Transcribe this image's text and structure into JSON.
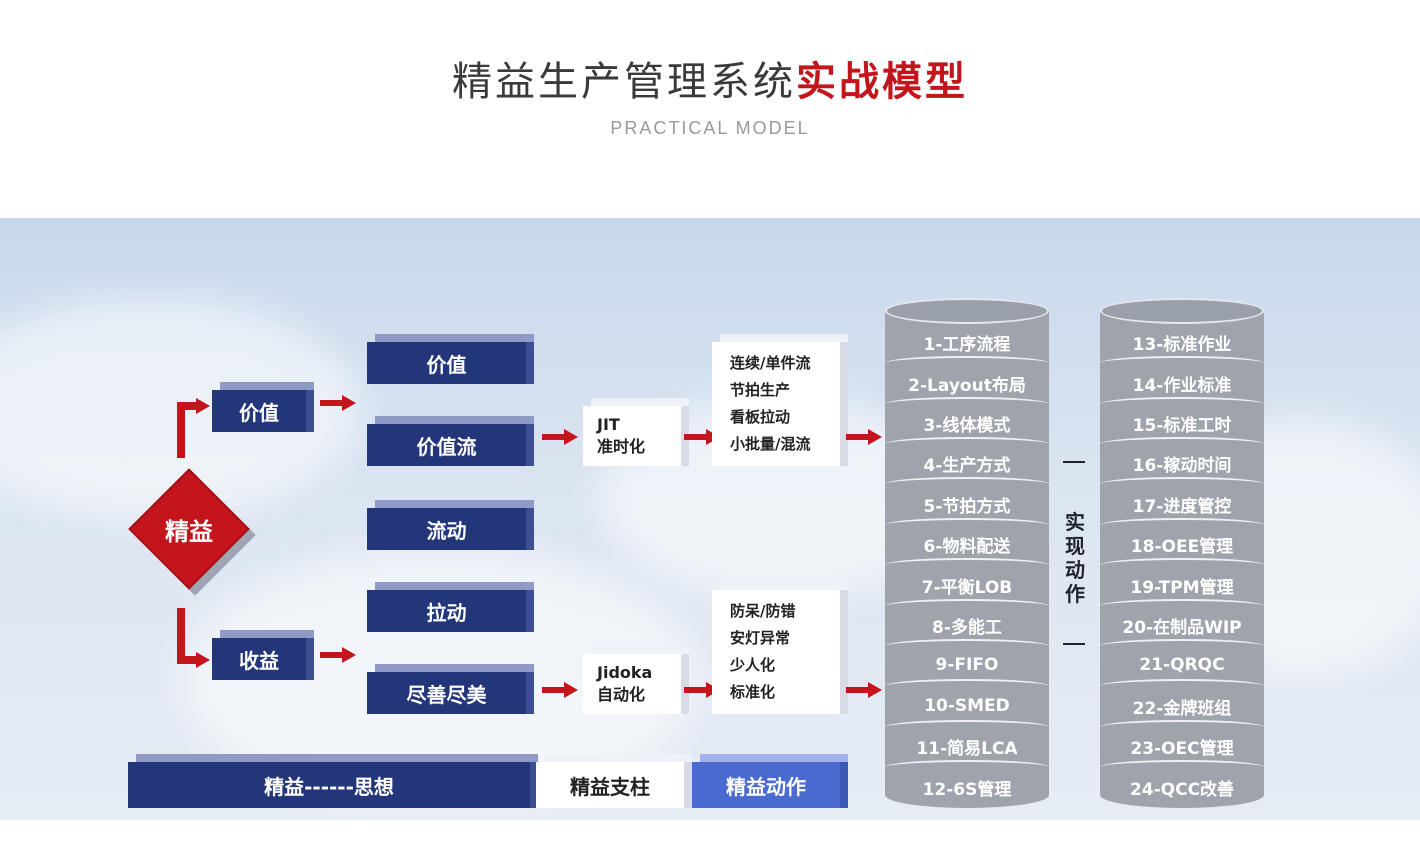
{
  "header": {
    "title_main": "精益生产管理系统",
    "title_accent": "实战模型",
    "subtitle": "PRACTICAL MODEL"
  },
  "center": {
    "label": "精益"
  },
  "branches": {
    "top": "价值",
    "bottom": "收益"
  },
  "principles": [
    "价值",
    "价值流",
    "流动",
    "拉动",
    "尽善尽美"
  ],
  "jit": {
    "line1": "JIT",
    "line2": "准时化"
  },
  "jidoka": {
    "line1": "Jidoka",
    "line2": "自动化"
  },
  "jit_details": [
    "连续/单件流",
    "节拍生产",
    "看板拉动",
    "小批量/混流"
  ],
  "jidoka_details": [
    "防呆/防错",
    "安灯异常",
    "少人化",
    "标准化"
  ],
  "bottom_bar": {
    "thought": "精益------思想",
    "pillar": "精益支柱",
    "action": "精益动作"
  },
  "cylinder_left": [
    "1-工序流程",
    "2-Layout布局",
    "3-线体模式",
    "4-生产方式",
    "5-节拍方式",
    "6-物料配送",
    "7-平衡LOB",
    "8-多能工",
    "9-FIFO",
    "10-SMED",
    "11-简易LCA",
    "12-6S管理"
  ],
  "cylinder_right": [
    "13-标准作业",
    "14-作业标准",
    "15-标准工时",
    "16-稼动时间",
    "17-进度管控",
    "18-OEE管理",
    "19-TPM管理",
    "20-在制品WIP",
    "21-QRQC",
    "22-金牌班组",
    "23-OEC管理",
    "24-QCC改善"
  ],
  "vertical_label": "实现动作",
  "colors": {
    "accent": "#c4151c",
    "navy": "#24367a",
    "action_blue": "#4b6ad0",
    "cylinder_gray": "#9ea3ac"
  }
}
